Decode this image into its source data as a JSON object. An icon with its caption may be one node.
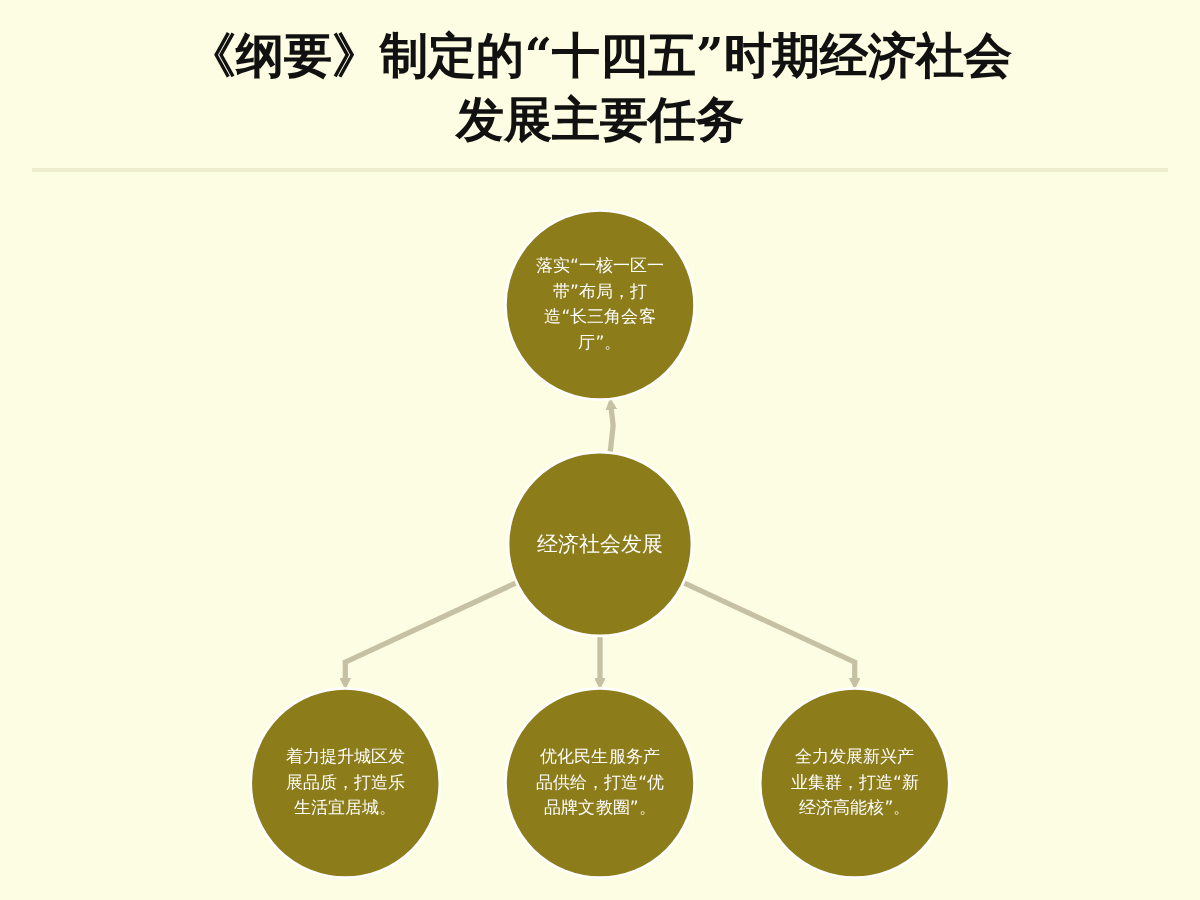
{
  "diagram": {
    "title": "《纲要》制定的“十四五”时期经济社会发展主要任务",
    "nodes": [
      {
        "text": [
          "落实“一核一区一带”布局，打造“长三角会客厅”。"
        ]
      },
      {
        "text": [
          "着力提升城区发展品质，打造乐生活宜居城。"
        ]
      },
      {
        "text": [
          "经济社会发展"
        ]
      },
      {
        "text": [
          "全力发展新兴产业集群，打造“新经济高能核”。"
        ]
      },
      {
        "text": [
          "优化民生服务产品供给，打造“优品牌文教圈”。"
        ]
      }
    ],
    "edges": [
      {
        "from": 2,
        "to": 0,
        "arrow": "to"
      },
      {
        "from": 2,
        "to": 1,
        "arrow": "to"
      },
      {
        "from": 2,
        "to": 4,
        "arrow": "to"
      },
      {
        "from": 2,
        "to": 3,
        "arrow": "to"
      }
    ]
  }
}
